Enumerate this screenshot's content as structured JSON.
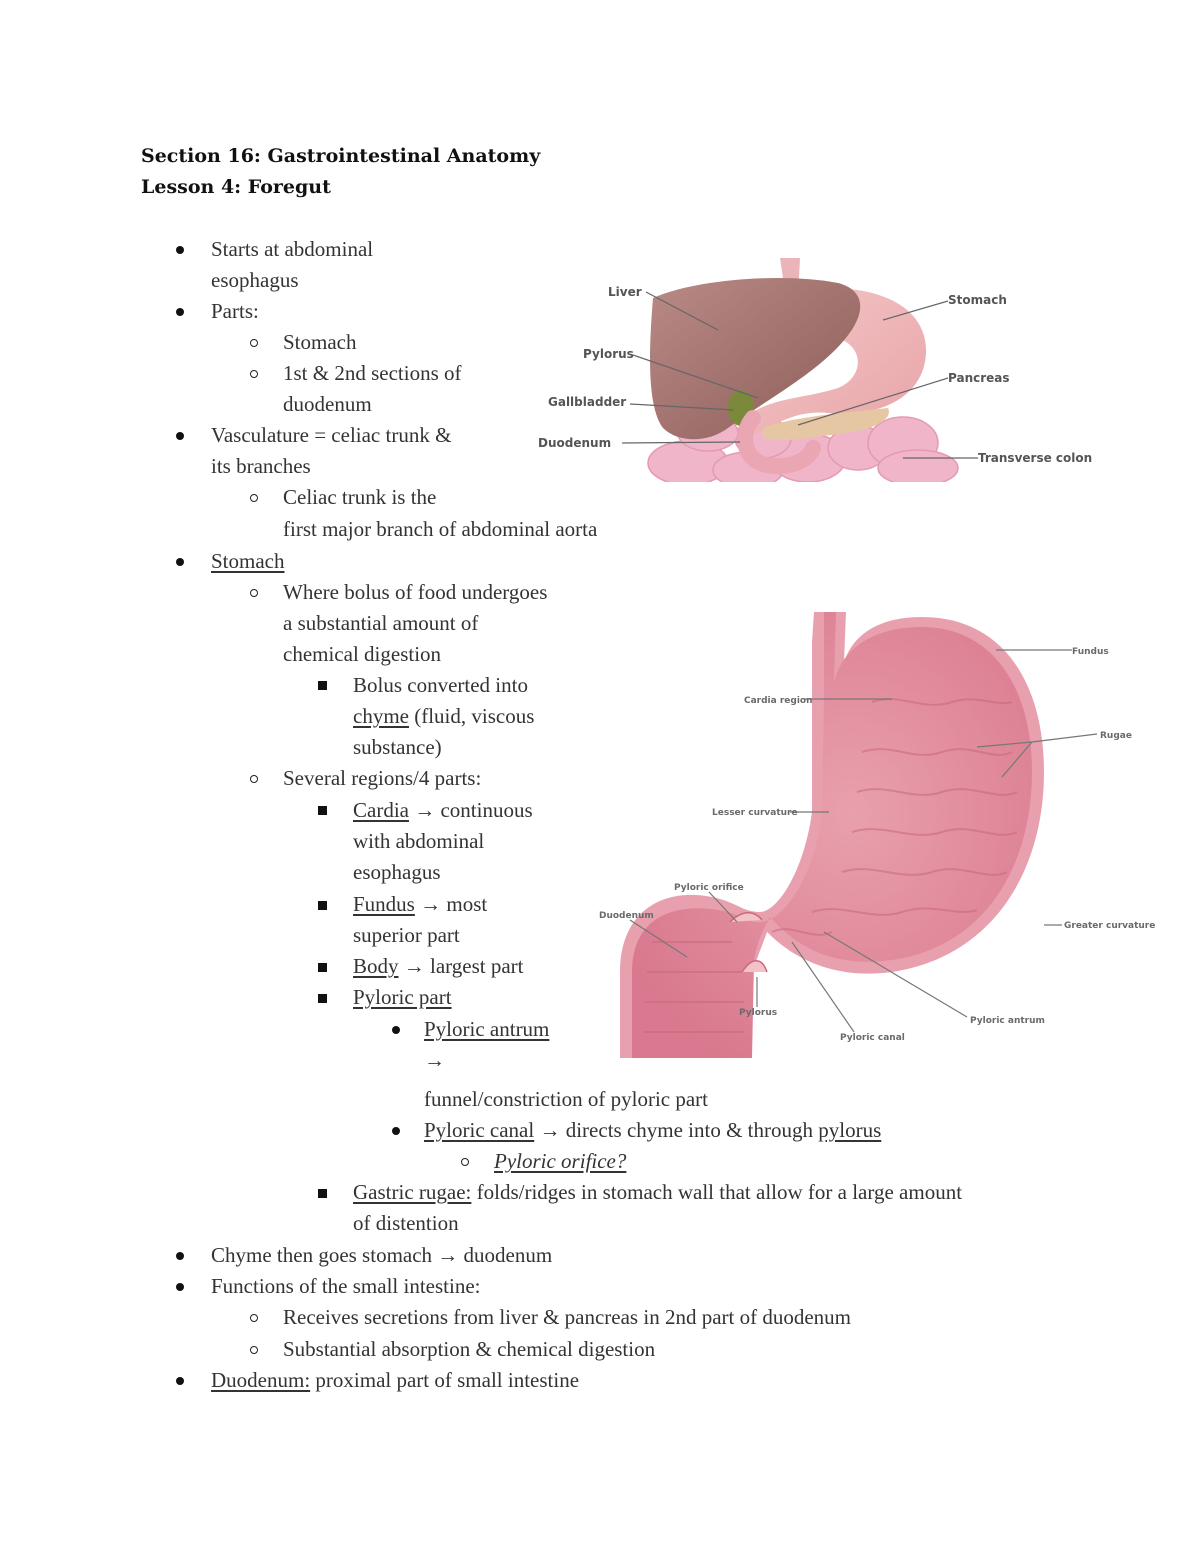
{
  "section_title": "Section 16: Gastrointestinal Anatomy",
  "lesson_title": "Lesson 4: Foregut",
  "notes": {
    "starts_1": "Starts at abdominal",
    "starts_2": "esophagus",
    "parts": "Parts:",
    "stomach_part": "Stomach",
    "duodenum_part_1": "1st & 2nd sections of",
    "duodenum_part_2": "duodenum",
    "vasc_1": "Vasculature = celiac trunk &",
    "vasc_2": "its branches",
    "celiac_1": "Celiac trunk is the",
    "celiac_2": "first major branch of abdominal aorta",
    "stomach_heading": "Stomach",
    "bolus_1": "Where bolus of food undergoes",
    "bolus_2": "a substantial amount of",
    "bolus_3": "chemical digestion",
    "chyme_1": "Bolus converted into",
    "chyme_word": "chyme",
    "chyme_rest": " (fluid, viscous",
    "chyme_3": "substance)",
    "regions": "Several regions/4 parts:",
    "cardia_word": "Cardia",
    "cardia_rest": " → continuous",
    "cardia_2": "with abdominal",
    "cardia_3": "esophagus",
    "fundus_word": "Fundus",
    "fundus_rest": " → most",
    "fundus_2": "superior part",
    "body_word": "Body",
    "body_rest": " → largest part",
    "pyloric_part": "Pyloric part",
    "antrum_word": "Pyloric antrum",
    "antrum_arrow": "→",
    "antrum_3": "funnel/constriction of pyloric part",
    "canal_word": "Pyloric canal",
    "canal_mid": " → directs chyme into & through ",
    "pylorus_word": "pylorus",
    "orifice": "Pyloric orifice?",
    "rugae_word": "Gastric rugae:",
    "rugae_rest": " folds/ridges in stomach wall that allow for a large amount",
    "rugae_2": "of distention",
    "chyme_then": "Chyme then goes stomach → duodenum",
    "functions": "Functions of the small intestine:",
    "secretions": "Receives secretions from liver & pancreas in 2nd part of duodenum",
    "absorption": "Substantial absorption & chemical digestion",
    "duodenum_word": "Duodenum:",
    "duodenum_rest": " proximal part of small intestine"
  },
  "figure_top": {
    "labels": {
      "liver": "Liver",
      "stomach": "Stomach",
      "pylorus": "Pylorus",
      "pancreas": "Pancreas",
      "gallbladder": "Gallbladder",
      "duodenum": "Duodenum",
      "transverse_colon": "Transverse colon"
    }
  },
  "figure_bottom": {
    "labels": {
      "fundus": "Fundus",
      "cardia_region": "Cardia region",
      "rugae": "Rugae",
      "lesser_curvature": "Lesser curvature",
      "pyloric_orifice": "Pyloric orifice",
      "duodenum": "Duodenum",
      "greater_curvature": "Greater curvature",
      "pylorus": "Pylorus",
      "pyloric_antrum": "Pyloric antrum",
      "pyloric_canal": "Pyloric canal"
    }
  }
}
